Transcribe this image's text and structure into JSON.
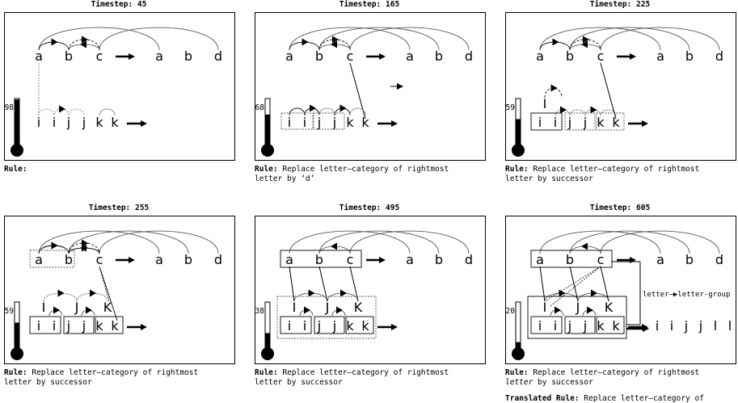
{
  "panels": [
    {
      "timestep_label": "Timestep:",
      "timestep": "45",
      "temperature": "98",
      "temperature_value": 98,
      "initial": [
        "a",
        "b",
        "c"
      ],
      "modified": [
        "a",
        "b",
        "d"
      ],
      "target": [
        "i",
        "i",
        "j",
        "j",
        "k",
        "k"
      ],
      "group_labels": [],
      "rule_label": "Rule:",
      "rule_lines": []
    },
    {
      "timestep_label": "Timestep:",
      "timestep": "165",
      "temperature": "68",
      "temperature_value": 68,
      "initial": [
        "a",
        "b",
        "c"
      ],
      "modified": [
        "a",
        "b",
        "d"
      ],
      "target": [
        "i",
        "i",
        "j",
        "j",
        "k",
        "k"
      ],
      "group_labels": [],
      "rule_label": "Rule:",
      "rule_lines": [
        "Replace letter–category of rightmost",
        "letter by ‘d’"
      ]
    },
    {
      "timestep_label": "Timestep:",
      "timestep": "225",
      "temperature": "59",
      "temperature_value": 59,
      "initial": [
        "a",
        "b",
        "c"
      ],
      "modified": [
        "a",
        "b",
        "d"
      ],
      "target": [
        "i",
        "i",
        "j",
        "j",
        "k",
        "k"
      ],
      "group_labels": [
        "I"
      ],
      "rule_label": "Rule:",
      "rule_lines": [
        "Replace letter–category of rightmost",
        "letter by successor"
      ]
    },
    {
      "timestep_label": "Timestep:",
      "timestep": "255",
      "temperature": "59",
      "temperature_value": 59,
      "initial": [
        "a",
        "b",
        "c"
      ],
      "modified": [
        "a",
        "b",
        "d"
      ],
      "target": [
        "i",
        "i",
        "j",
        "j",
        "k",
        "k"
      ],
      "group_labels": [
        "I",
        "J",
        "K"
      ],
      "rule_label": "Rule:",
      "rule_lines": [
        "Replace letter–category of rightmost",
        "letter by successor"
      ]
    },
    {
      "timestep_label": "Timestep:",
      "timestep": "495",
      "temperature": "38",
      "temperature_value": 38,
      "initial": [
        "a",
        "b",
        "c"
      ],
      "modified": [
        "a",
        "b",
        "d"
      ],
      "target": [
        "i",
        "i",
        "j",
        "j",
        "k",
        "k"
      ],
      "group_labels": [
        "I",
        "J",
        "K"
      ],
      "rule_label": "Rule:",
      "rule_lines": [
        "Replace letter–category of rightmost",
        "letter by successor"
      ]
    },
    {
      "timestep_label": "Timestep:",
      "timestep": "605",
      "temperature": "20",
      "temperature_value": 20,
      "initial": [
        "a",
        "b",
        "c"
      ],
      "modified": [
        "a",
        "b",
        "d"
      ],
      "target": [
        "i",
        "i",
        "j",
        "j",
        "k",
        "k"
      ],
      "group_labels": [
        "I",
        "J",
        "K"
      ],
      "rule_label": "Rule:",
      "rule_lines": [
        "Replace letter–category of rightmost",
        "letter by successor"
      ],
      "rule_italic_word": "letter",
      "slippage": {
        "from": "letter",
        "to": "letter-group"
      },
      "answer": [
        "i",
        "i",
        "j",
        "j",
        "l",
        "l"
      ],
      "translated_rule_label": "Translated Rule:",
      "translated_rule_text": "Replace letter–category of"
    }
  ]
}
